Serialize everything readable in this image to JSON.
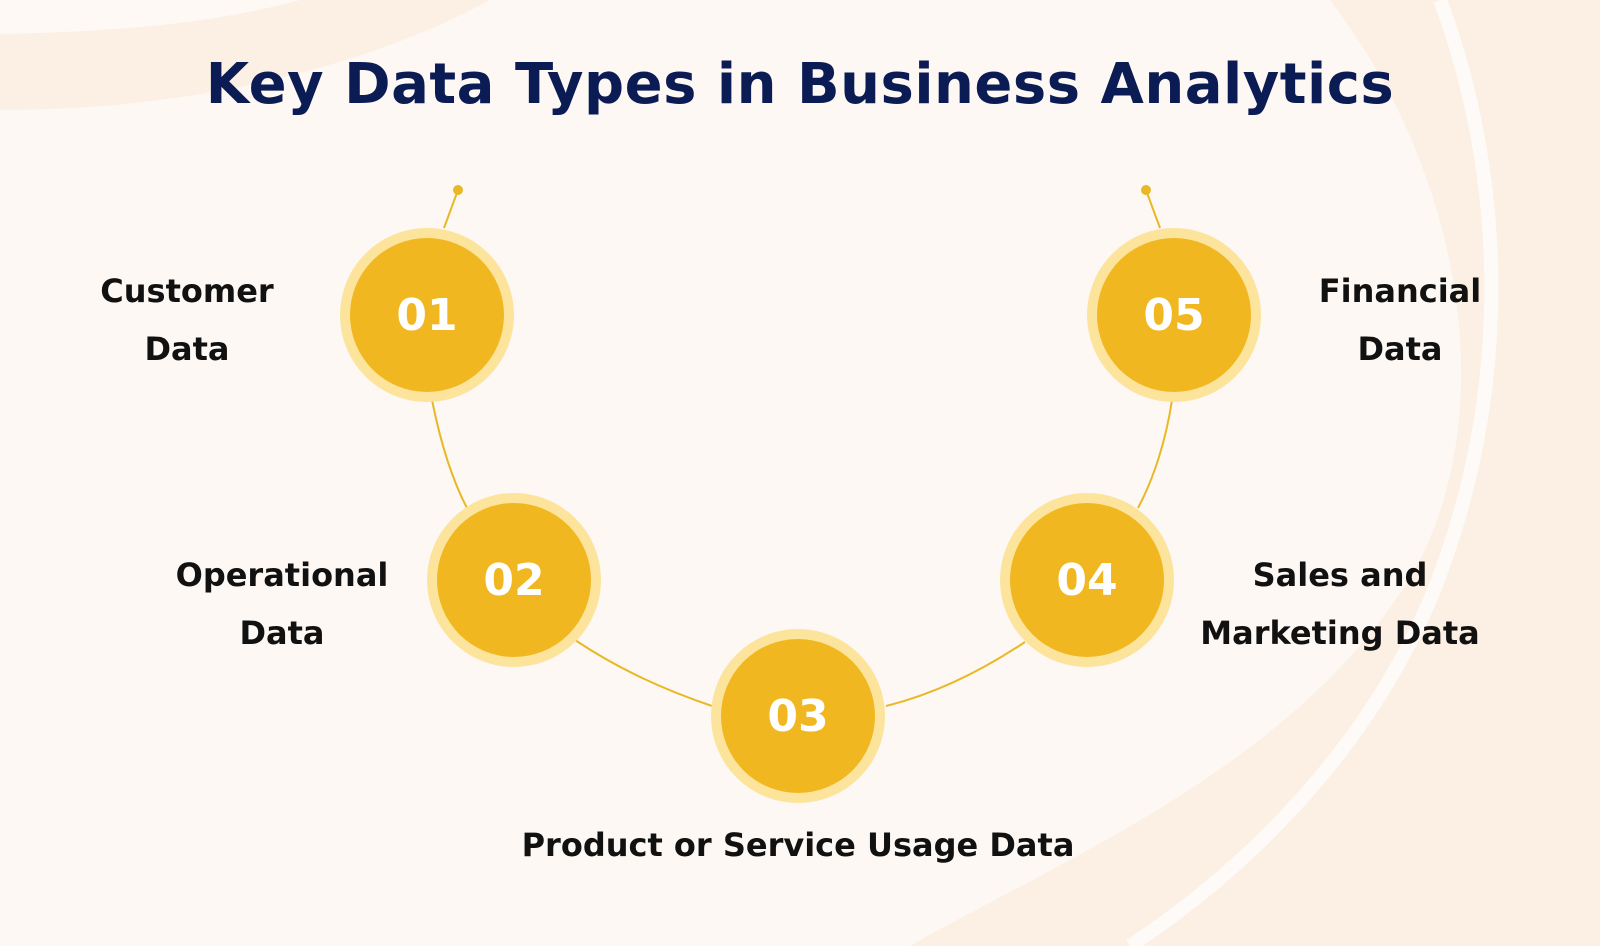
{
  "title": "Key Data Types in Business Analytics",
  "colors": {
    "title": "#0b1b54",
    "circle_fill": "#f1b720",
    "circle_ring": "#fce49c",
    "connector": "#e8b825",
    "label_text": "#111111",
    "background": "#fdf8f3"
  },
  "steps": [
    {
      "number": "01",
      "label_lines": [
        "Customer",
        "Data"
      ]
    },
    {
      "number": "02",
      "label_lines": [
        "Operational",
        "Data"
      ]
    },
    {
      "number": "03",
      "label_lines": [
        "Product or Service Usage Data"
      ]
    },
    {
      "number": "04",
      "label_lines": [
        "Sales and",
        "Marketing Data"
      ]
    },
    {
      "number": "05",
      "label_lines": [
        "Financial",
        "Data"
      ]
    }
  ]
}
